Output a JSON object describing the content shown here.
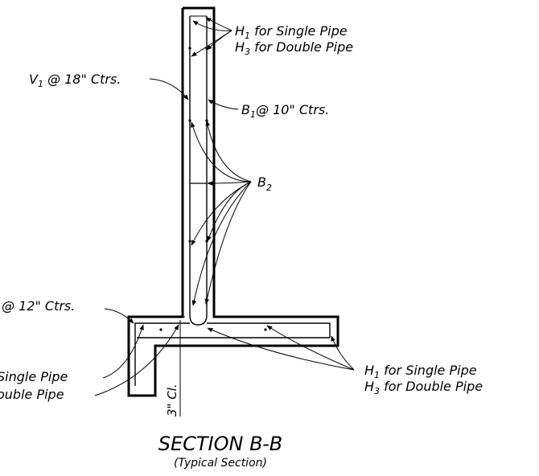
{
  "labels": {
    "h1_top": "H",
    "h1_top_sub": "1",
    "h1_top_tail": " for Single Pipe",
    "h3_top": "H",
    "h3_top_sub": "3",
    "h3_top_tail": " for Double Pipe",
    "v1": "V",
    "v1_sub": "1",
    "v1_tail": " @ 18\" Ctrs.",
    "b1": "B",
    "b1_sub": "1",
    "b1_tail": "@ 10\" Ctrs.",
    "b2": "B",
    "b2_sub": "2",
    "footing_ctrs": "@ 12\" Ctrs.",
    "left_single": "Single Pipe",
    "left_double": "ouble Pipe",
    "h1_bot": "H",
    "h1_bot_sub": "1",
    "h1_bot_tail": " for Single Pipe",
    "h3_bot": "H",
    "h3_bot_sub": "3",
    "h3_bot_tail": " for Double Pipe",
    "clear_cover": "3\" Cl.",
    "section_title": "SECTION B-B",
    "section_subtitle": "(Typical Section)"
  }
}
